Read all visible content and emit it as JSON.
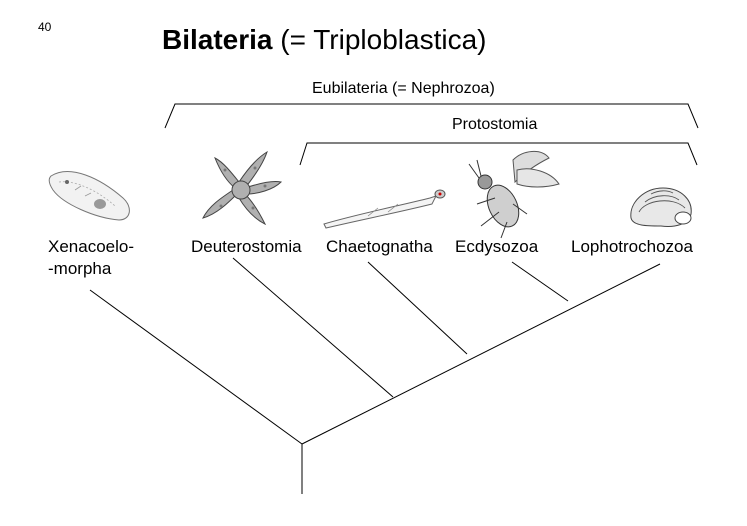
{
  "page_number": "40",
  "title": {
    "main": "Bilateria",
    "suffix": " (= Triploblastica)"
  },
  "clades": {
    "eubilateria": "Eubilateria (= Nephrozoa)",
    "protostomia": "Protostomia"
  },
  "taxa": {
    "xenacoelomorpha_line1": "Xenacoelo-",
    "xenacoelomorpha_line2": "-morpha",
    "deuterostomia": "Deuterostomia",
    "chaetognatha": "Chaetognatha",
    "ecdysozoa": "Ecdysozoa",
    "lophotrochozoa": "Lophotrochozoa"
  },
  "illustrations": [
    "acoel-flatworm-icon",
    "starfish-icon",
    "arrow-worm-icon",
    "beetle-icon",
    "snail-shell-icon"
  ]
}
